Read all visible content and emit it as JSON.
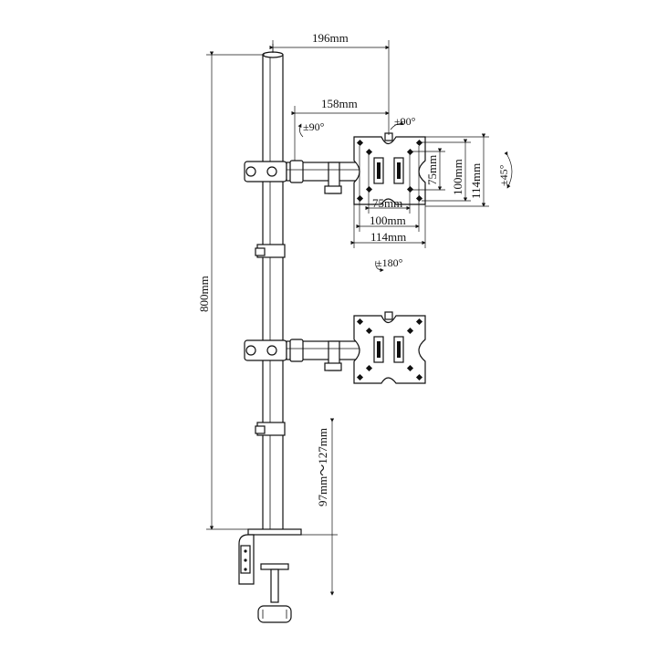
{
  "dimensions": {
    "arm_reach_full": "196mm",
    "arm_reach_inner": "158mm",
    "pole_height": "800mm",
    "clamp_range": "97mm～127mm",
    "vesa_small_inner": "75mm",
    "vesa_small_outer": "100mm",
    "plate_width": "114mm",
    "vesa_v_75": "75mm",
    "vesa_v_100": "100mm",
    "plate_height": "114mm"
  },
  "rotations": {
    "arm_left": "±90°",
    "arm_right": "±90°",
    "tilt": "±45°",
    "rotate": "±180°"
  },
  "icons": {
    "rotate_arrow": "rotation-arrow-icon",
    "tilt_arrow": "tilt-arrow-icon"
  }
}
